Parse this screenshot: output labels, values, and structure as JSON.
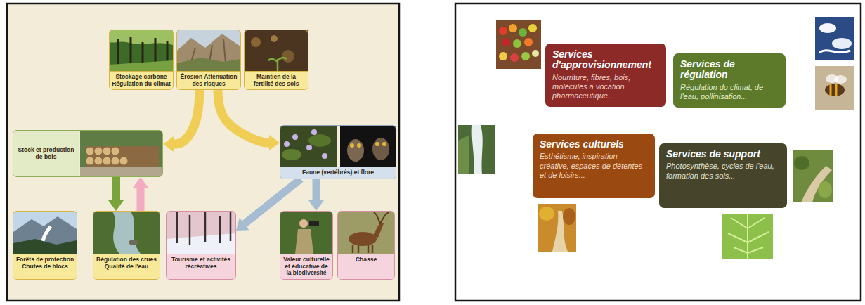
{
  "diagram": {
    "nodes": [
      {
        "text": [
          "Stockage carbone Régulation du climat"
        ]
      },
      {
        "text": [
          "Érosion Atténuation des risques"
        ]
      },
      {
        "text": [
          "Maintien de la fertilité des sols"
        ]
      },
      {
        "text": [
          "Stock et production de bois"
        ]
      },
      {
        "text": [
          "Faune (vertébrés) et flore"
        ]
      },
      {
        "text": [
          "Forêts de protection Chutes de blocs"
        ]
      },
      {
        "text": [
          "Régulation des crues Qualité de l'eau"
        ]
      },
      {
        "text": [
          "Tourisme et activités récréatives"
        ]
      },
      {
        "text": [
          "Valeur culturelle et éducative de la biodiversité"
        ]
      },
      {
        "text": [
          "Chasse"
        ]
      },
      {
        "text": [
          "Services d'approvisionnement",
          "Nourriture, fibres, bois, molécules à vocation pharmaceutique..."
        ]
      },
      {
        "text": [
          "Services de régulation",
          "Régulation du climat, de l'eau, pollinisation..."
        ]
      },
      {
        "text": [
          "Services culturels",
          "Esthétisme, inspiration créative, espaces de détentes et de loisirs..."
        ]
      },
      {
        "text": [
          "Services de support",
          "Photosynthèse, cycles de l'eau, formation des sols..."
        ]
      }
    ],
    "edges": [
      {
        "from": 1,
        "to": 3,
        "arrow": "to"
      },
      {
        "from": 1,
        "to": 4,
        "arrow": "to"
      },
      {
        "from": 3,
        "to": 6,
        "arrow": "to"
      },
      {
        "from": 6,
        "to": 3,
        "arrow": "to"
      },
      {
        "from": 4,
        "to": 7,
        "arrow": "to"
      },
      {
        "from": 4,
        "to": 8,
        "arrow": "to"
      }
    ]
  }
}
